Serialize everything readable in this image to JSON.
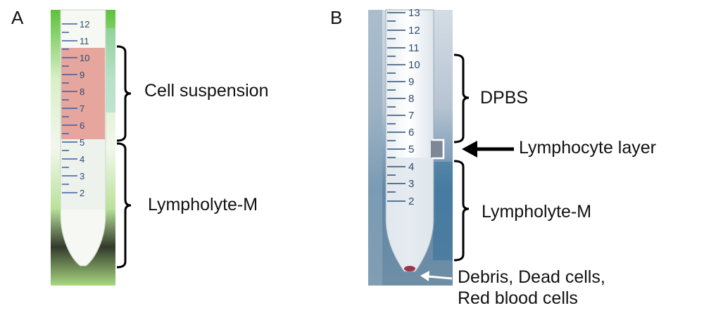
{
  "panels": {
    "a": {
      "letter": "A",
      "scale": [
        "12",
        "11",
        "10",
        "9",
        "8",
        "7",
        "6",
        "5",
        "4",
        "3",
        "2"
      ],
      "labels": {
        "cell_suspension": "Cell suspension",
        "lympholyte": "Lympholyte-M"
      }
    },
    "b": {
      "letter": "B",
      "scale": [
        "13",
        "12",
        "11",
        "10",
        "9",
        "8",
        "7",
        "6",
        "5",
        "4",
        "3",
        "2"
      ],
      "labels": {
        "dpbs": "DPBS",
        "lymphocyte_layer": "Lymphocyte layer",
        "lympholyte": "Lympholyte-M",
        "debris_line1": "Debris, Dead cells,",
        "debris_line2": "Red blood cells"
      }
    }
  },
  "colors": {
    "cell_suspension": "#e08a80",
    "lympholyte_tint": "#e9f0ea",
    "lymphocyte_band": "#7d8796",
    "pellet": "#9a3848",
    "scale_text": "#2f4a6e",
    "bracket": "#000000"
  }
}
